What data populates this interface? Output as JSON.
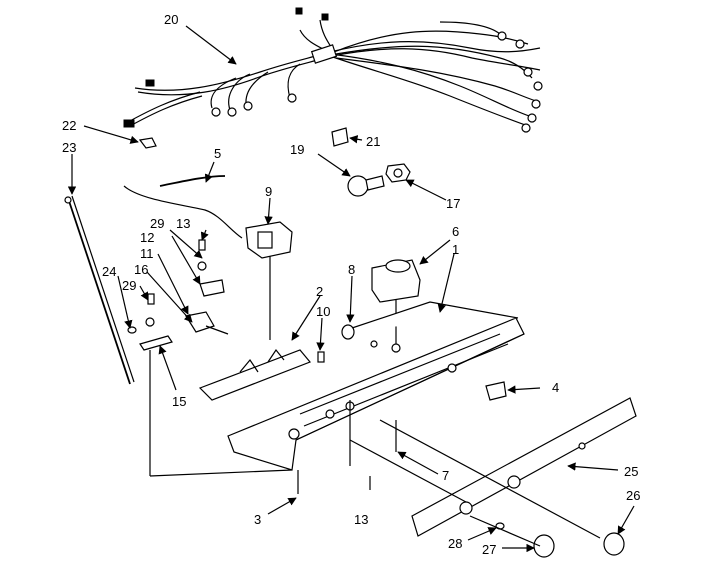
{
  "labels": {
    "l1": "1",
    "l2": "2",
    "l3": "3",
    "l4": "4",
    "l5": "5",
    "l6": "6",
    "l7": "7",
    "l8": "8",
    "l9": "9",
    "l10": "10",
    "l11": "11",
    "l12": "12",
    "l13a": "13",
    "l13b": "13",
    "l15": "15",
    "l16": "16",
    "l17": "17",
    "l19": "19",
    "l20": "20",
    "l21": "21",
    "l22": "22",
    "l23": "23",
    "l24": "24",
    "l25": "25",
    "l26": "26",
    "l27": "27",
    "l28": "28",
    "l29a": "29",
    "l29b": "29"
  }
}
